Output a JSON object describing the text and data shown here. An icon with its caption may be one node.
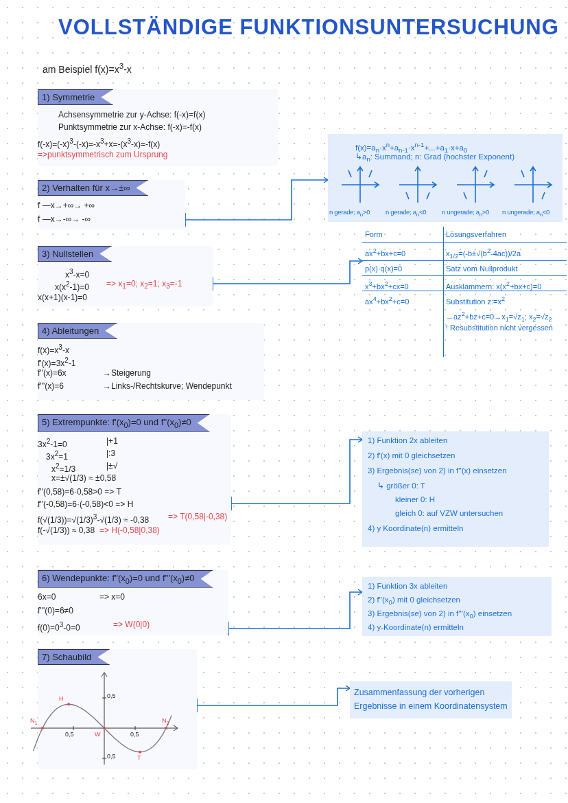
{
  "diagram": {
    "title": "VOLLSTÄNDIGE FUNKTIONSUNTERSUCHUNG",
    "nodes": [
      {
        "text": [
          "1) Symmetrie",
          "Achsensymmetrie zur y-Achse: f(-x)=f(x)",
          "Punktsymmetrie zur x-Achse: f(-x)=-f(x)",
          "f(-x)=(-x)$^{3}$-(-x)=-x$^{3}$+x=-(x$^{3}$-x)=-f(x)",
          "=>punktsymmetrisch zum Ursprung"
        ]
      },
      {
        "text": [
          "2) Verhalten für x→±∞",
          "f —x→+∞→ +∞",
          "f —x→-∞→ -∞"
        ]
      },
      {
        "text": [
          "3) Nullstellen",
          "x$^{3}$-x=0",
          "x(x$^{2}$-1)=0",
          "=> x$_{1}$=0; x$_{2}$=1; x$_{3}$=-1",
          "x(x+1)(x-1)=0"
        ]
      },
      {
        "text": [
          "4) Ableitungen",
          "f(x)=x$^{3}$-x",
          "f'(x)=3x$^{2}$-1",
          "f''(x)=6x",
          "→Steigerung",
          "f'''(x)=6",
          "→Links-/Rechtskurve; Wendepunkt"
        ]
      },
      {
        "text": [
          "5) Extrempunkte: f'(x$_{0}$)=0 und f''(x$_{0}$)≠0",
          "3x$^{2}$-1=0",
          "|+1",
          "3x$^{2}$=1",
          "|:3",
          "x$^{2}$=1/3",
          "|±√",
          "x=±√(1/3) ≈ ±0,58",
          "f''(0,58)=6·0,58>0 => T",
          "f''(-0,58)=6·(-0,58)<0 => H",
          "f(√(1/3))=√(1/3)$^{3}$-√(1/3) ≈ -0,38",
          "=> T(0,58|-0,38)",
          "f(-√(1/3)) ≈ 0,38",
          "=> H(-0,58|0,38)"
        ]
      },
      {
        "text": [
          "6) Wendepunkte: f''(x$_{0}$)=0 und f'''(x$_{0}$)≠0",
          "6x=0",
          "=> x=0",
          "f'''(0)=6≠0",
          "f(0)=0$^{3}$-0=0",
          "=> W(0|0)"
        ]
      },
      {
        "text": [
          "7) Schaubild"
        ]
      },
      {
        "text": [
          "f(x)=a$_{n}$·x$^{n}$+a$_{n-1}$·x$^{n-1}$+...+a$_{1}$·x+a$_{0}$",
          "↳a$_{n}$: Summand; n: Grad (hochster Exponent)",
          "n gerade; a$_{n}$>0",
          "n gerade; a$_{n}$<0",
          "n ungerade; a$_{n}$>0",
          "n ungerade; a$_{n}$<0"
        ]
      },
      {
        "text": [
          "Form",
          "Lösungsverfahren",
          "ax$^{2}$+bx+c=0",
          "x$_{1/2}$=(-b±√(b$^{2}$-4ac))/2a",
          "p(x)·q(x)=0",
          "Satz vom Nullprodukt",
          "x$^{3}$+bx$^{2}$+cx=0",
          "Ausklammern: x(x$^{2}$+bx+c)=0",
          "ax$^{4}$+bx$^{2}$+c=0",
          "Substitution z:=x$^{2}$",
          "→az$^{2}$+bz+c=0→x$_{1}$=√z$_{1}$; x$_{2}$=√z$_{2}$",
          "! Resubstitution nicht vergessen"
        ]
      },
      {
        "text": [
          "1) Funktion 2x ableiten",
          "2) f'(x) mit 0 gleichsetzen",
          "3) Ergebnis(se) von 2) in f''(x) einsetzen",
          "↳ größer 0: T",
          "kleiner 0: H",
          "gleich 0: auf VZW untersuchen",
          "4) y Koordinate(n) ermitteln"
        ]
      },
      {
        "text": [
          "1) Funktion 3x ableiten",
          "2) f''(x$_{0}$) mit 0 gleichsetzen",
          "3) Ergebnis(se) von 2) in f'''(x$_{0}$) einsetzen",
          "4) y-Koordinate(n) ermitteln"
        ]
      },
      {
        "text": [
          "Zusammenfassung der vorherigen Ergebnisse in einem Koordinatensystem"
        ]
      }
    ],
    "edges": [
      {
        "from": 1,
        "to": 7,
        "arrow": "to"
      },
      {
        "from": 2,
        "to": 8,
        "arrow": "to"
      },
      {
        "from": 4,
        "to": 9,
        "arrow": "to"
      },
      {
        "from": 5,
        "to": 10,
        "arrow": "to"
      },
      {
        "from": 6,
        "to": 11,
        "arrow": "to"
      }
    ],
    "labels": [
      "am Beispiel f(x)=x$^{3}$-x",
      "0,5",
      "0,5",
      "0,5",
      "0,5",
      "H",
      "N$_{1}$",
      "W",
      "T",
      "N$_{2}$"
    ]
  }
}
